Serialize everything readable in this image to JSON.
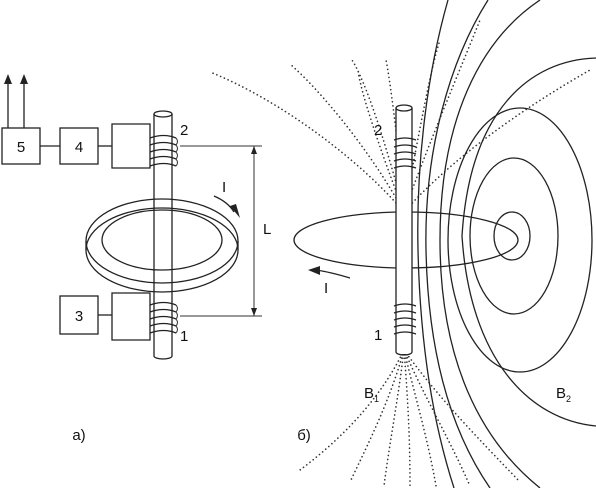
{
  "panel_a": {
    "caption": "а)",
    "block_5": "5",
    "block_4": "4",
    "block_3": "3",
    "coil_top_label": "2",
    "coil_bottom_label": "1",
    "current_label": "I",
    "length_label": "L"
  },
  "panel_b": {
    "caption": "б)",
    "coil_top_label": "2",
    "coil_bottom_label": "1",
    "current_label": "I",
    "b1_label": "B",
    "b1_sub": "1",
    "b2_label": "B",
    "b2_sub": "2"
  }
}
